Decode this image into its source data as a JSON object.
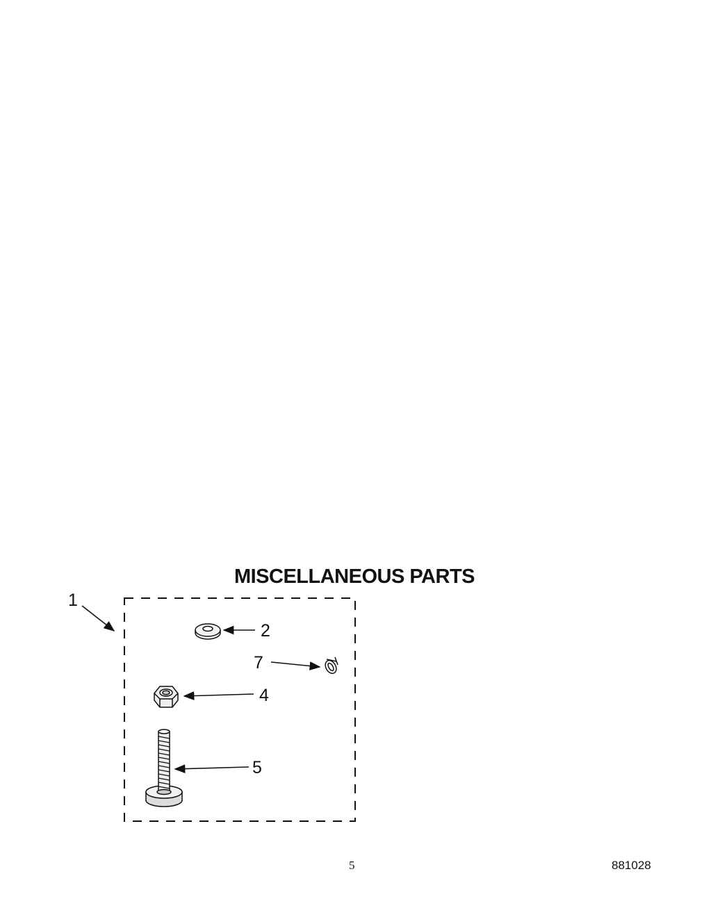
{
  "title": "MISCELLANEOUS PARTS",
  "callouts": {
    "kit": "1",
    "washer": "2",
    "clip": "7",
    "nut": "4",
    "bolt": "5"
  },
  "footer": {
    "page_number": "5",
    "document_number": "881028"
  }
}
